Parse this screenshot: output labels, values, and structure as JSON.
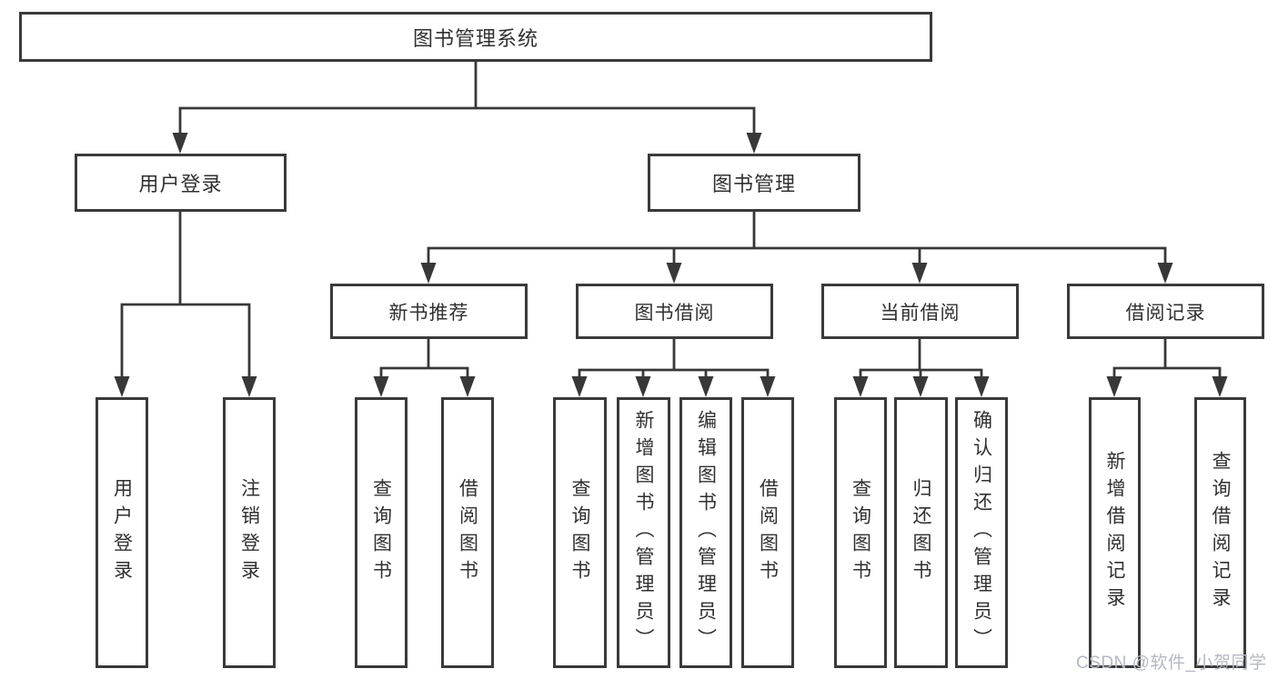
{
  "diagram": {
    "root": {
      "label": "图书管理系统"
    },
    "level2": [
      {
        "label": "用户登录",
        "children": [
          "用户登录",
          "注销登录"
        ]
      },
      {
        "label": "图书管理"
      }
    ],
    "level3": [
      {
        "label": "新书推荐",
        "parent": "图书管理",
        "children": [
          "查询图书",
          "借阅图书"
        ]
      },
      {
        "label": "图书借阅",
        "parent": "图书管理",
        "children": [
          "查询图书",
          "新增图书（管理员）",
          "编辑图书（管理员）",
          "借阅图书"
        ]
      },
      {
        "label": "当前借阅",
        "parent": "图书管理",
        "children": [
          "查询图书",
          "归还图书",
          "确认归还（管理员）"
        ]
      },
      {
        "label": "借阅记录",
        "parent": "图书管理",
        "children": [
          "新增借阅记录",
          "查询借阅记录"
        ]
      }
    ]
  },
  "watermark": {
    "text": "CSDN @软件_小贺同学",
    "color": "#b4b8c2"
  },
  "colors": {
    "line": "#383838",
    "box_border": "#3a3a3a",
    "label_text": "#303030",
    "background": "#ffffff"
  }
}
